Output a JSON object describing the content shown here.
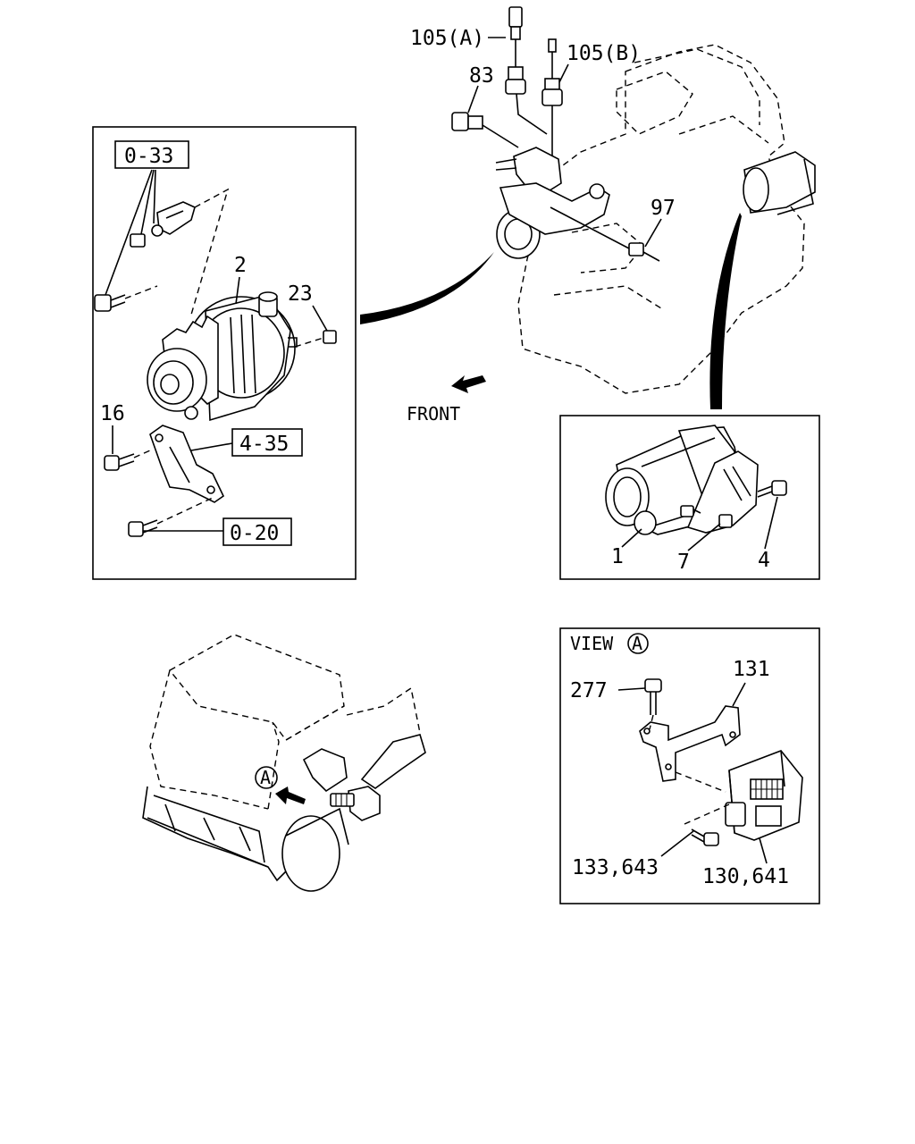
{
  "labels": {
    "sensor_a": "105(A)",
    "sensor_b": "105(B)",
    "switch_83": "83",
    "sensor_97": "97",
    "ref_0_33": "0-33",
    "alternator_2": "2",
    "nut_23": "23",
    "bolt_16": "16",
    "ref_4_35": "4-35",
    "ref_0_20": "0-20",
    "front": "FRONT",
    "starter_1": "1",
    "nut_7": "7",
    "bolt_4": "4",
    "view_title": "VIEW",
    "view_marker": "A",
    "bolt_277": "277",
    "bracket_131": "131",
    "bolt_133": "133,643",
    "unit_130": "130,641",
    "truck_marker": "A"
  }
}
